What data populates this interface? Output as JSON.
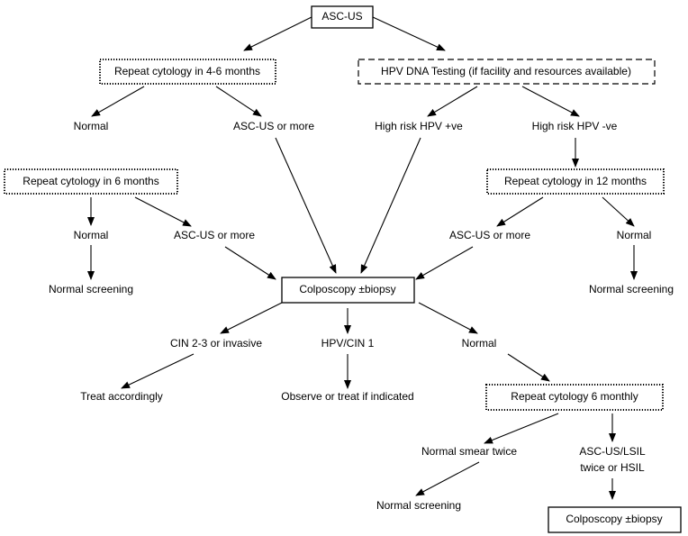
{
  "flowchart": {
    "root": "ASC-US",
    "repeat_4_6": "Repeat cytology in 4-6 months",
    "hpv_testing": "HPV DNA Testing (if facility and resources available)",
    "normal_1": "Normal",
    "ascus_more_1": "ASC-US or more",
    "high_risk_pos": "High risk HPV +ve",
    "high_risk_neg": "High risk HPV -ve",
    "repeat_6": "Repeat cytology in 6 months",
    "repeat_12": "Repeat cytology in 12 months",
    "normal_2": "Normal",
    "ascus_more_2": "ASC-US or more",
    "ascus_more_3": "ASC-US or more",
    "normal_3": "Normal",
    "normal_screening_1": "Normal screening",
    "colposcopy_main": "Colposcopy ±biopsy",
    "normal_screening_2": "Normal screening",
    "cin23": "CIN 2-3 or invasive",
    "hpv_cin1": "HPV/CIN 1",
    "normal_4": "Normal",
    "treat": "Treat accordingly",
    "observe": "Observe or treat if indicated",
    "repeat_6m": "Repeat cytology 6 monthly",
    "normal_smear": "Normal smear twice",
    "ascus_lsil_line1": "ASC-US/LSIL",
    "ascus_lsil_line2": "twice or HSIL",
    "normal_screening_3": "Normal screening",
    "colposcopy_final": "Colposcopy ±biopsy"
  }
}
